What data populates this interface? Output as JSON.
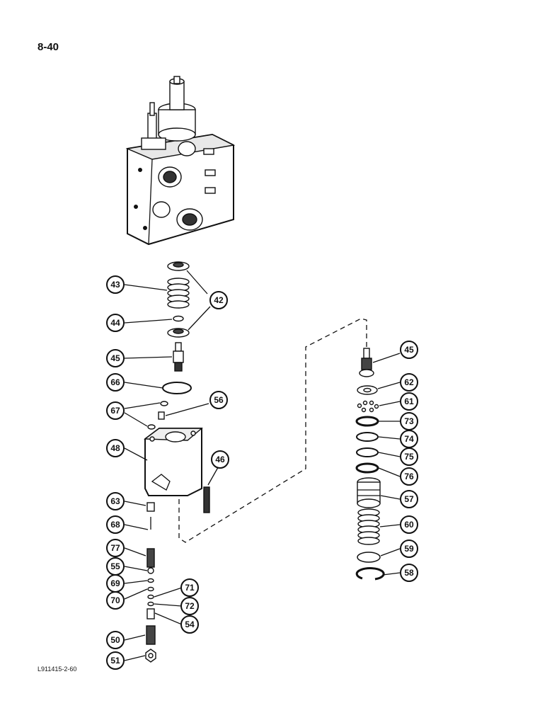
{
  "page_number": "8-40",
  "figure_code": "L911415-2-60",
  "callouts": [
    "42",
    "43",
    "44",
    "45",
    "66",
    "67",
    "56",
    "48",
    "46",
    "63",
    "68",
    "77",
    "55",
    "69",
    "70",
    "71",
    "72",
    "54",
    "50",
    "51",
    "45",
    "62",
    "61",
    "73",
    "74",
    "75",
    "76",
    "57",
    "60",
    "59",
    "58"
  ]
}
